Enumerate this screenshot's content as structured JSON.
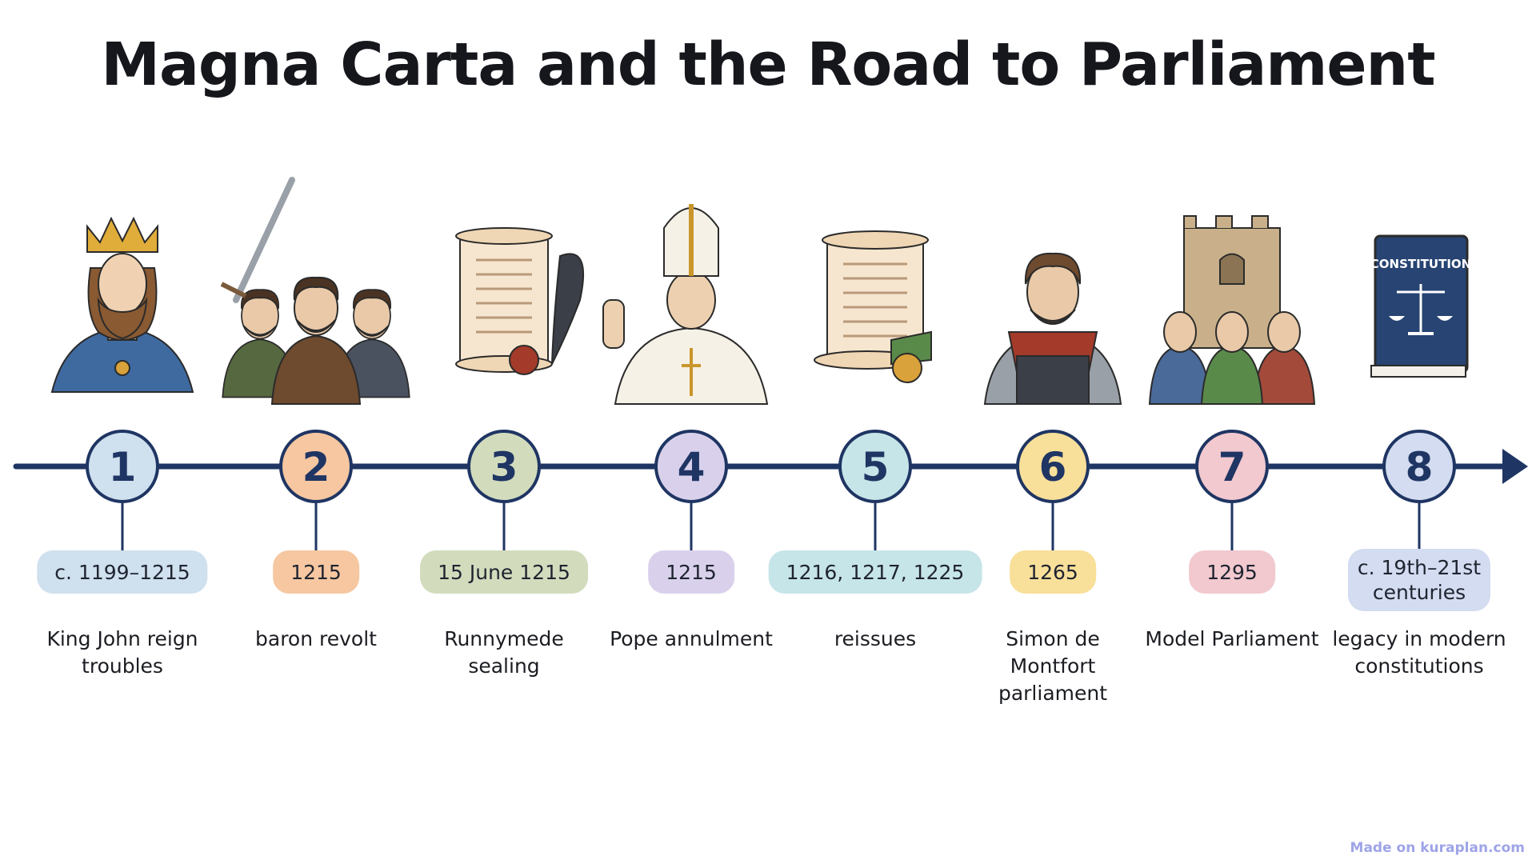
{
  "title": "Magna Carta and the Road to Parliament",
  "watermark": "Made on kuraplan.com",
  "colors": {
    "axis": "#1f3563",
    "text": "#1b1d22"
  },
  "events": [
    {
      "number": "1",
      "date": "c. 1199–1215",
      "label": "King John reign troubles",
      "color": "#cfe0ee",
      "icon": "king-icon"
    },
    {
      "number": "2",
      "date": "1215",
      "label": "baron revolt",
      "color": "#f6c7a1",
      "icon": "barons-icon"
    },
    {
      "number": "3",
      "date": "15 June 1215",
      "label": "Runnymede sealing",
      "color": "#d2dcbd",
      "icon": "charter-scroll-icon"
    },
    {
      "number": "4",
      "date": "1215",
      "label": "Pope annulment",
      "color": "#d9d1ec",
      "icon": "pope-icon"
    },
    {
      "number": "5",
      "date": "1216, 1217, 1225",
      "label": "reissues",
      "color": "#c6e5e8",
      "icon": "reissued-scroll-icon"
    },
    {
      "number": "6",
      "date": "1265",
      "label": "Simon de Montfort parliament",
      "color": "#f8df9a",
      "icon": "knight-icon"
    },
    {
      "number": "7",
      "date": "1295",
      "label": "Model Parliament",
      "color": "#f1c9cf",
      "icon": "parliament-icon"
    },
    {
      "number": "8",
      "date": "c. 19th–21st centuries",
      "label": "legacy in modern constitutions",
      "color": "#d3dcf0",
      "icon": "constitution-book-icon"
    }
  ]
}
